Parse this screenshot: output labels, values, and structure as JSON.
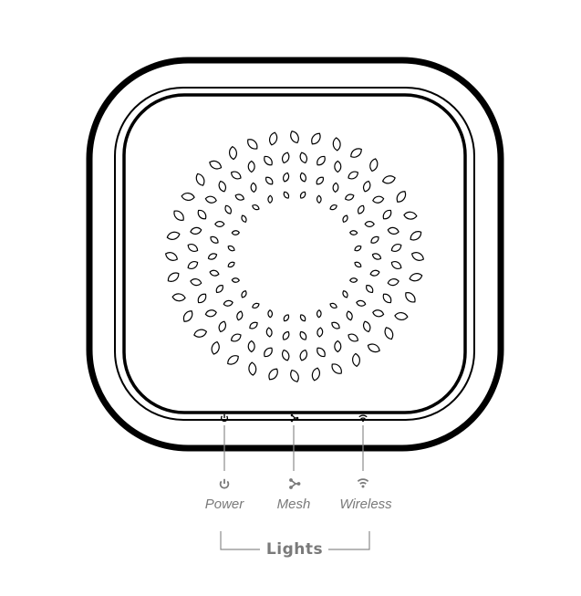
{
  "device": {
    "name": "router-top-view"
  },
  "indicators": [
    {
      "id": "power",
      "label": "Power",
      "icon": "power-icon"
    },
    {
      "id": "mesh",
      "label": "Mesh",
      "icon": "mesh-icon"
    },
    {
      "id": "wireless",
      "label": "Wireless",
      "icon": "wifi-icon"
    }
  ],
  "group": {
    "label": "Lights"
  },
  "colors": {
    "outline": "#000000",
    "label": "#7a7a7a",
    "leader": "#8c8c8c"
  }
}
